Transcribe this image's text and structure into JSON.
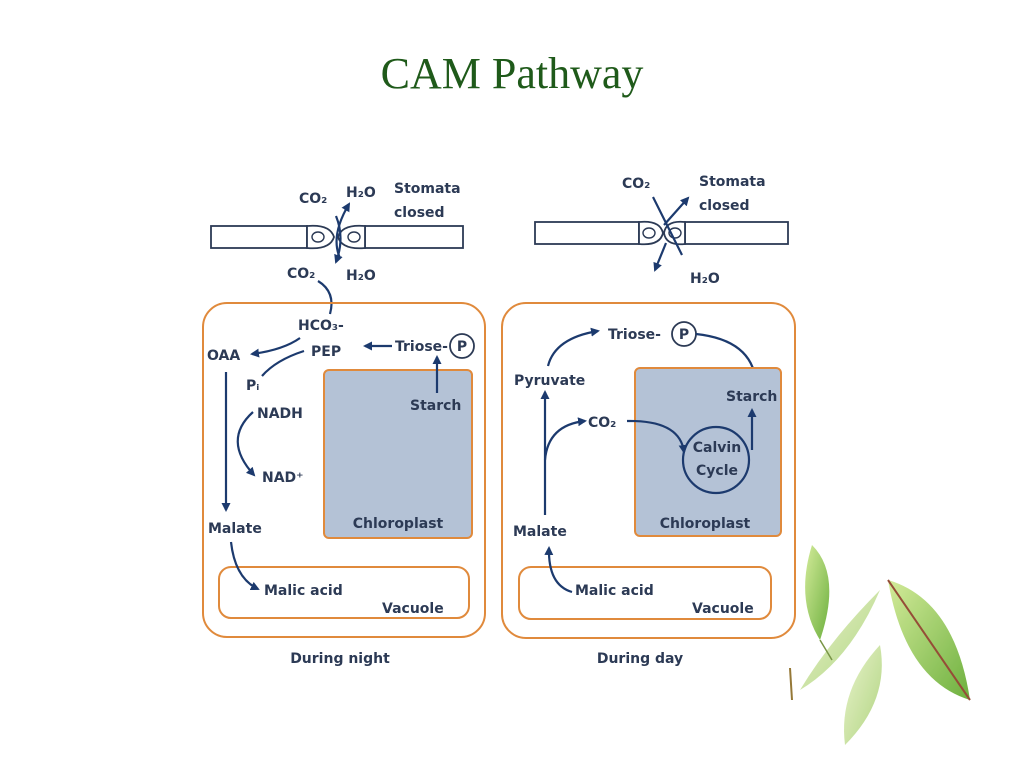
{
  "slide": {
    "title": "CAM Pathway"
  },
  "colors": {
    "title": "#1f5a1a",
    "cell_border": "#e08a3c",
    "chloroplast_fill": "#b4c2d6",
    "arrow": "#1c3a6e",
    "label": "#2c3a55"
  },
  "night": {
    "caption": "During night",
    "stomata_label_1": "Stomata",
    "stomata_label_2": "closed",
    "co2_top": "CO₂",
    "h2o_top": "H₂O",
    "co2_bottom": "CO₂",
    "h2o_bottom": "H₂O",
    "hco3": "HCO₃-",
    "pep": "PEP",
    "oaa": "OAA",
    "pi": "Pᵢ",
    "nadh": "NADH",
    "nad": "NAD⁺",
    "malate": "Malate",
    "triose": "Triose-",
    "phosphate": "P",
    "starch": "Starch",
    "chloroplast": "Chloroplast",
    "malic_acid": "Malic acid",
    "vacuole": "Vacuole"
  },
  "day": {
    "caption": "During day",
    "stomata_label_1": "Stomata",
    "stomata_label_2": "closed",
    "co2_top": "CO₂",
    "h2o_bottom": "H₂O",
    "triose": "Triose-",
    "phosphate": "P",
    "pyruvate": "Pyruvate",
    "co2_inner": "CO₂",
    "starch": "Starch",
    "calvin_1": "Calvin",
    "calvin_2": "Cycle",
    "chloroplast": "Chloroplast",
    "malate": "Malate",
    "malic_acid": "Malic acid",
    "vacuole": "Vacuole"
  }
}
